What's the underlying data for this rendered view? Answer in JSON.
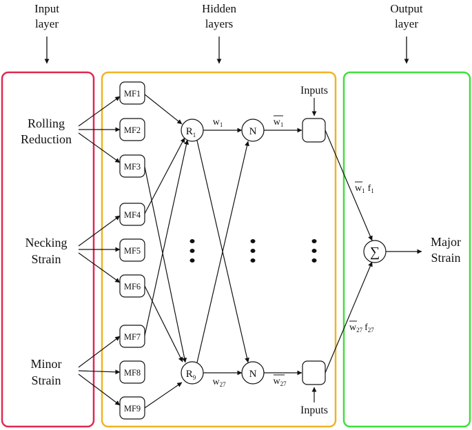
{
  "headers": {
    "input": [
      "Input",
      "layer"
    ],
    "hidden": [
      "Hidden",
      "layers"
    ],
    "output": [
      "Output",
      "layer"
    ]
  },
  "inputs": [
    [
      "Rolling",
      "Reduction"
    ],
    [
      "Necking",
      "Strain"
    ],
    [
      "Minor",
      "Strain"
    ]
  ],
  "mf_labels": [
    "MF1",
    "MF2",
    "MF3",
    "MF4",
    "MF5",
    "MF6",
    "MF7",
    "MF8",
    "MF9"
  ],
  "rule_nodes": [
    {
      "base": "R",
      "sub": "1"
    },
    {
      "base": "R",
      "sub": "9"
    }
  ],
  "norm_label": "N",
  "weights": {
    "w1": {
      "base": "w",
      "sub": "1"
    },
    "w27": {
      "base": "w",
      "sub": "27"
    },
    "wbar1": {
      "base": "w",
      "sub": "1"
    },
    "wbar27": {
      "base": "w",
      "sub": "27"
    },
    "out_top": {
      "base": "w",
      "sub": "1",
      "f": "f",
      "fsub": "1"
    },
    "out_bottom": {
      "base": "w",
      "sub": "27",
      "f": "f",
      "fsub": "27"
    }
  },
  "inputs_label": "Inputs",
  "sum_symbol": "∑",
  "output_label": [
    "Major",
    "Strain"
  ],
  "colors": {
    "input_box": "#e0284f",
    "hidden_box": "#f0b323",
    "output_box": "#3ee03a",
    "ink": "#111111"
  }
}
